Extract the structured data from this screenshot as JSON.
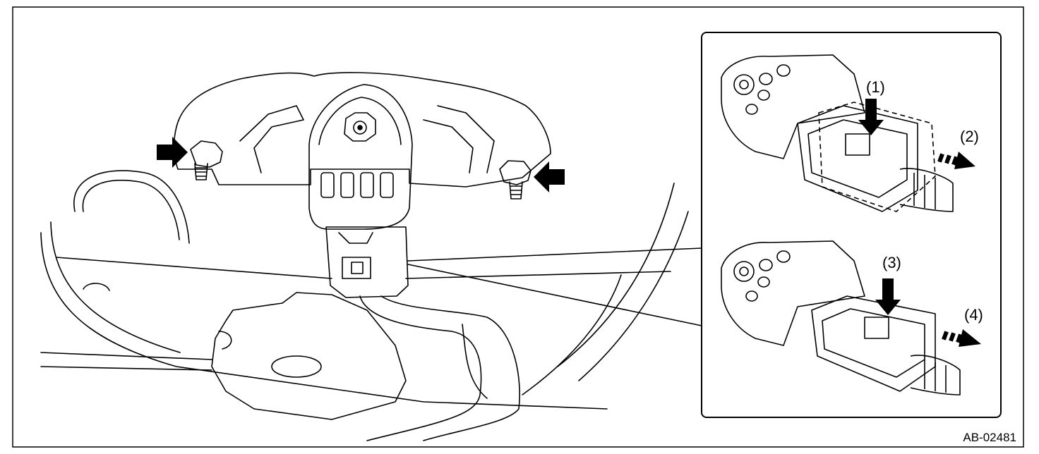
{
  "callouts": {
    "c1": "(1)",
    "c2": "(2)",
    "c3": "(3)",
    "c4": "(4)"
  },
  "figure_ref": "AB-02481",
  "icons": [
    "arrow-right-icon",
    "arrow-left-icon",
    "arrow-down-icon",
    "dashed-arrow-right-icon"
  ]
}
